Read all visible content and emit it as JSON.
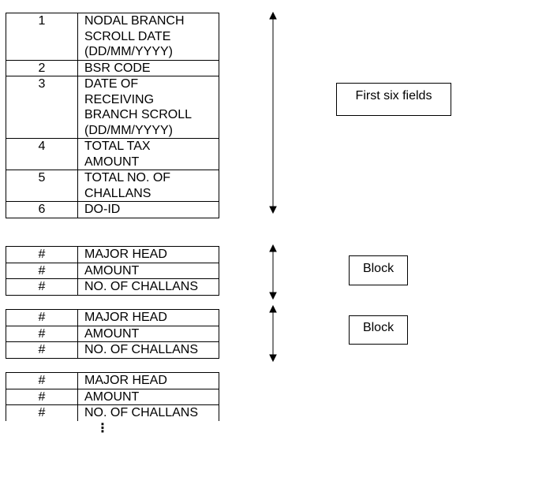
{
  "first_six": {
    "rows": [
      {
        "num": "1",
        "label": "NODAL BRANCH\nSCROLL DATE\n(DD/MM/YYYY)"
      },
      {
        "num": "2",
        "label": "BSR CODE"
      },
      {
        "num": "3",
        "label": "DATE OF\nRECEIVING\nBRANCH SCROLL\n(DD/MM/YYYY)"
      },
      {
        "num": "4",
        "label": "TOTAL TAX\nAMOUNT"
      },
      {
        "num": "5",
        "label": "TOTAL NO. OF\nCHALLANS"
      },
      {
        "num": "6",
        "label": "DO-ID"
      }
    ],
    "caption": "First six fields"
  },
  "blocks": [
    {
      "rows": [
        {
          "num": "#",
          "label": "MAJOR HEAD"
        },
        {
          "num": "#",
          "label": "AMOUNT"
        },
        {
          "num": "#",
          "label": "NO. OF CHALLANS"
        }
      ],
      "caption": "Block"
    },
    {
      "rows": [
        {
          "num": "#",
          "label": "MAJOR HEAD"
        },
        {
          "num": "#",
          "label": "AMOUNT"
        },
        {
          "num": "#",
          "label": "NO. OF CHALLANS"
        }
      ],
      "caption": "Block"
    },
    {
      "rows": [
        {
          "num": "#",
          "label": "MAJOR HEAD"
        },
        {
          "num": "#",
          "label": "AMOUNT"
        },
        {
          "num": "#",
          "label": "NO. OF CHALLANS"
        }
      ]
    }
  ],
  "continuation": "⋮"
}
